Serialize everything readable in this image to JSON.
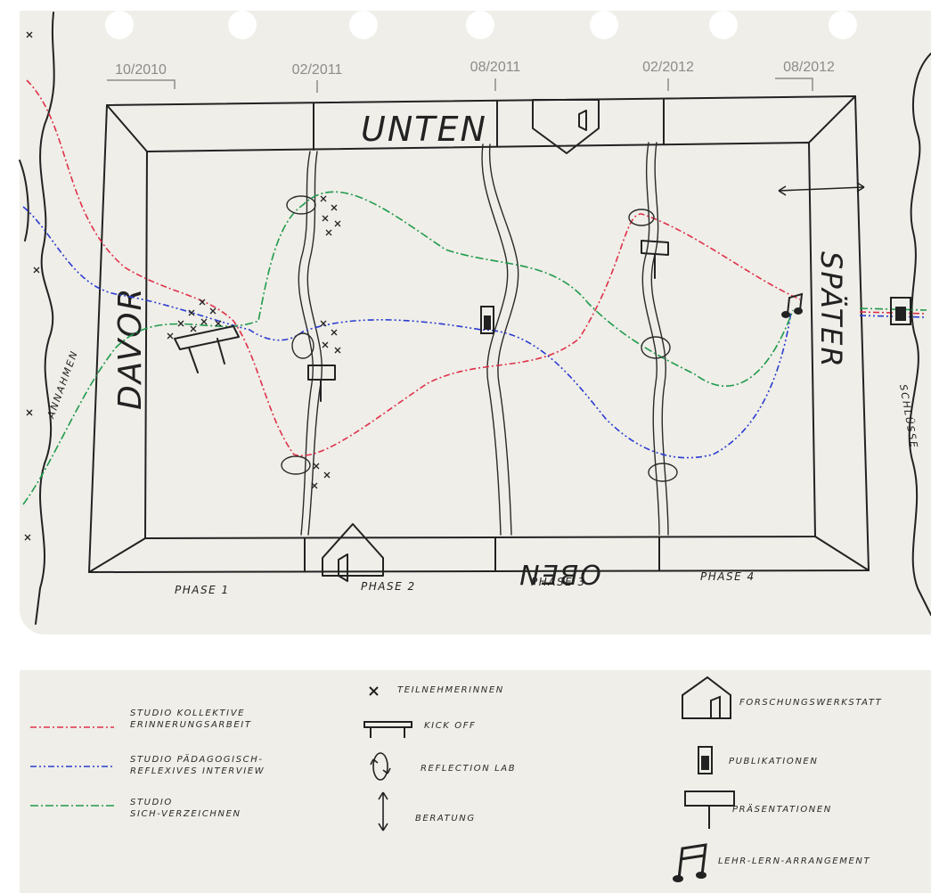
{
  "timeline": {
    "dates": [
      "10/2010",
      "02/2011",
      "08/2011",
      "02/2012",
      "08/2012"
    ]
  },
  "frame": {
    "top": "UNTEN",
    "bottom": "OBEN",
    "left": "DAVOR",
    "right": "SPÄTER"
  },
  "margin_labels": {
    "left": "ANNAHMEN",
    "right": "SCHLÜSSE"
  },
  "phases": [
    "PHASE 1",
    "PHASE 2",
    "PHASE 3",
    "PHASE 4"
  ],
  "legend": {
    "studios": [
      {
        "label": "STUDIO KOLLEKTIVE\nERINNERUNGSARBEIT",
        "color": "#e0304a"
      },
      {
        "label": "STUDIO PÄDAGOGISCH-\nREFLEXIVES INTERVIEW",
        "color": "#2a3bd0"
      },
      {
        "label": "STUDIO\nSICH-VERZEICHNEN",
        "color": "#1f9a4c"
      }
    ],
    "symbols": [
      {
        "label": "TEILNEHMERINNEN",
        "icon": "cross-icon"
      },
      {
        "label": "KICK OFF",
        "icon": "bench-icon"
      },
      {
        "label": "REFLECTION LAB",
        "icon": "cycle-arrows-icon"
      },
      {
        "label": "BERATUNG",
        "icon": "double-arrow-icon"
      }
    ],
    "places": [
      {
        "label": "FORSCHUNGSWERKSTATT",
        "icon": "house-icon"
      },
      {
        "label": "PUBLIKATIONEN",
        "icon": "document-icon"
      },
      {
        "label": "PRÄSENTATIONEN",
        "icon": "signboard-icon"
      },
      {
        "label": "LEHR-LERN-ARRANGEMENT",
        "icon": "music-notes-icon"
      }
    ]
  }
}
